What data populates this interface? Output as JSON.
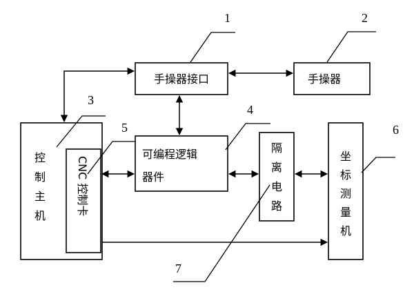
{
  "blocks": {
    "hand_interface": "手操器接口",
    "hand_unit": "手操器",
    "plc_line1": "可编程逻辑",
    "plc_line2": "器件",
    "host_chars": [
      "控",
      "制",
      "主",
      "机"
    ],
    "cnc_label": "CNC 控制卡",
    "isolation_chars": [
      "隔",
      "离",
      "电",
      "路"
    ],
    "cmm_chars": [
      "坐",
      "标",
      "测",
      "量",
      "机"
    ]
  },
  "callouts": [
    "1",
    "2",
    "3",
    "4",
    "5",
    "6",
    "7"
  ]
}
